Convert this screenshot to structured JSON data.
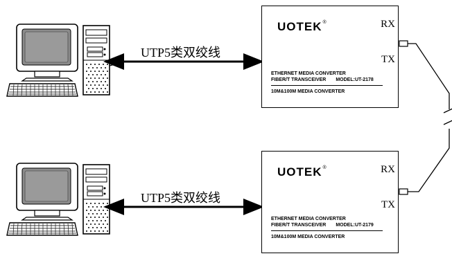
{
  "links": [
    {
      "cable_label": "UTP5类双绞线",
      "converter": {
        "brand": "UOTEK",
        "registered_mark": "®",
        "rx_label": "RX",
        "tx_label": "TX",
        "line1": "ETHERNET MEDIA CONVERTER",
        "line2": "FIBER/T TRANSCEIVER",
        "model": "MODEL:UT-2178",
        "line3": "10M&100M MEDIA CONVERTER"
      }
    },
    {
      "cable_label": "UTP5类双绞线",
      "converter": {
        "brand": "UOTEK",
        "registered_mark": "®",
        "rx_label": "RX",
        "tx_label": "TX",
        "line1": "ETHERNET MEDIA CONVERTER",
        "line2": "FIBER/T TRANSCEIVER",
        "model": "MODEL:UT-2179",
        "line3": "10M&100M MEDIA CONVERTER"
      }
    }
  ],
  "colors": {
    "line": "#000000",
    "screen": "#8c8c8c",
    "background": "#ffffff"
  },
  "icons": [
    "computer-icon",
    "monitor-icon",
    "keyboard-icon",
    "tower-icon",
    "fiber-break-icon"
  ]
}
